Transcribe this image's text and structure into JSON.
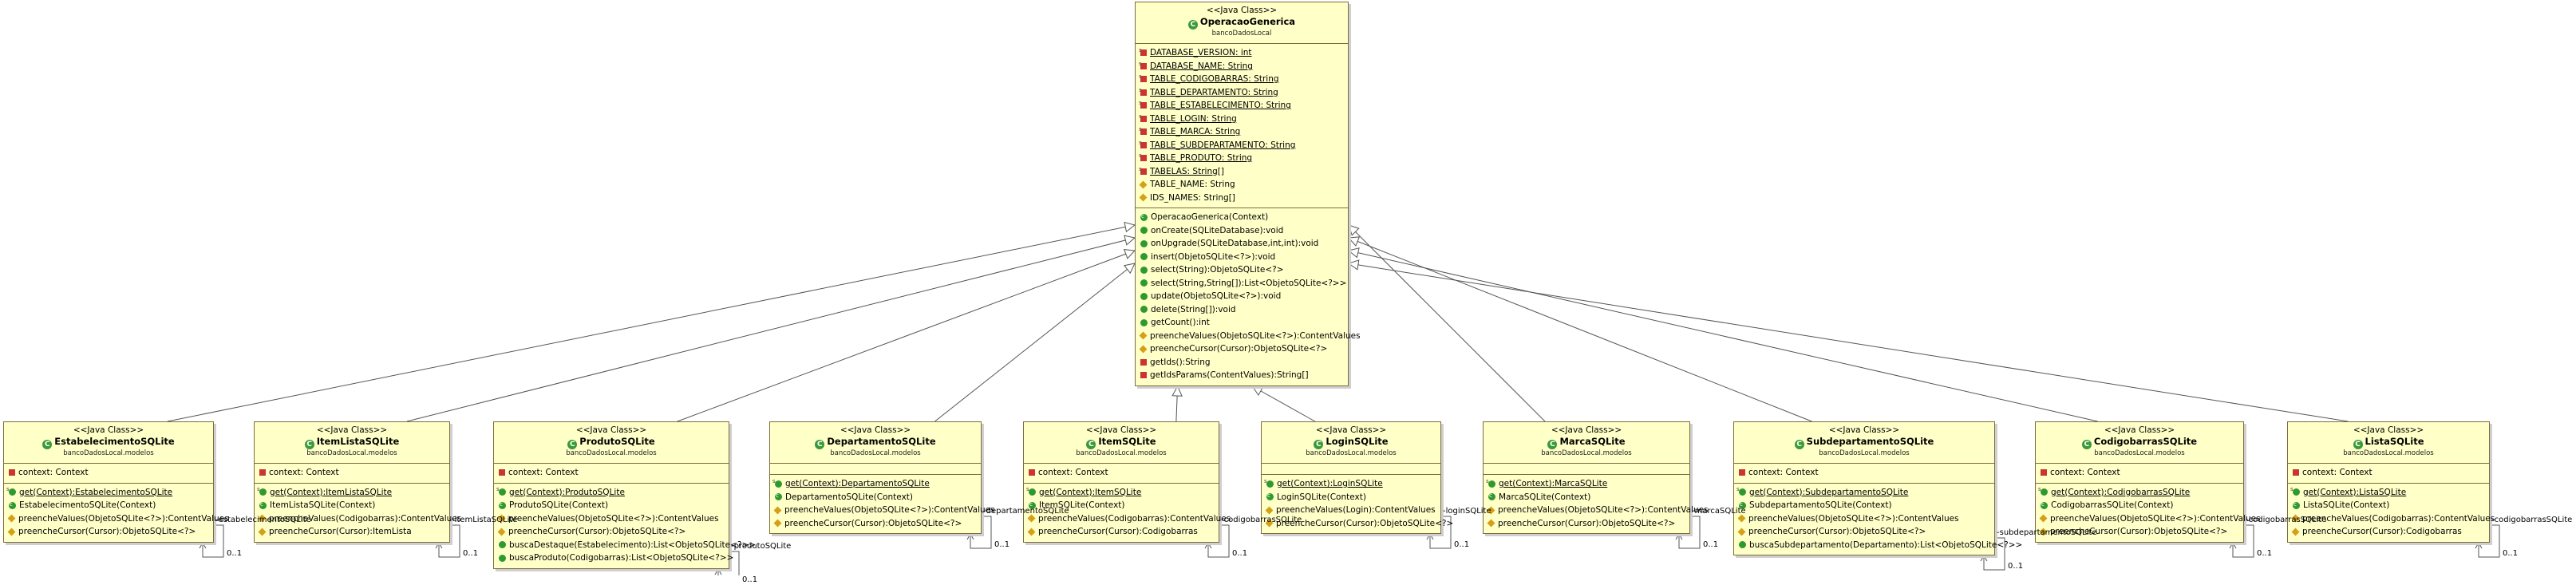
{
  "classes": [
    {
      "id": "operacao",
      "stereotype": "<<Java Class>>",
      "name": "OperacaoGenerica",
      "package": "bancoDadosLocal",
      "fields": [
        {
          "text": "DATABASE_VERSION: int",
          "icon": "static-private",
          "static": true
        },
        {
          "text": "DATABASE_NAME: String",
          "icon": "static-private",
          "static": true
        },
        {
          "text": "TABLE_CODIGOBARRAS: String",
          "icon": "static-private",
          "static": true
        },
        {
          "text": "TABLE_DEPARTAMENTO: String",
          "icon": "static-private",
          "static": true
        },
        {
          "text": "TABLE_ESTABELECIMENTO: String",
          "icon": "static-private",
          "static": true
        },
        {
          "text": "TABLE_LOGIN: String",
          "icon": "static-private",
          "static": true
        },
        {
          "text": "TABLE_MARCA: String",
          "icon": "static-private",
          "static": true
        },
        {
          "text": "TABLE_SUBDEPARTAMENTO: String",
          "icon": "static-private",
          "static": true
        },
        {
          "text": "TABLE_PRODUTO: String",
          "icon": "static-private",
          "static": true
        },
        {
          "text": "TABELAS: String[]",
          "icon": "static-private",
          "static": true
        },
        {
          "text": "TABLE_NAME: String",
          "icon": "field-protected",
          "static": false
        },
        {
          "text": "IDS_NAMES: String[]",
          "icon": "field-protected",
          "static": false
        }
      ],
      "methods": [
        {
          "text": "OperacaoGenerica(Context)",
          "icon": "ctor-public"
        },
        {
          "text": "onCreate(SQLiteDatabase):void",
          "icon": "method-public"
        },
        {
          "text": "onUpgrade(SQLiteDatabase,int,int):void",
          "icon": "method-public"
        },
        {
          "text": "insert(ObjetoSQLite<?>):void",
          "icon": "method-public"
        },
        {
          "text": "select(String):ObjetoSQLite<?>",
          "icon": "method-public"
        },
        {
          "text": "select(String,String[]):List<ObjetoSQLite<?>>",
          "icon": "method-public"
        },
        {
          "text": "update(ObjetoSQLite<?>):void",
          "icon": "method-public"
        },
        {
          "text": "delete(String[]):void",
          "icon": "method-public"
        },
        {
          "text": "getCount():int",
          "icon": "method-public"
        },
        {
          "text": "preencheValues(ObjetoSQLite<?>):ContentValues",
          "icon": "method-protected"
        },
        {
          "text": "preencheCursor(Cursor):ObjetoSQLite<?>",
          "icon": "method-protected"
        },
        {
          "text": "getIds():String",
          "icon": "method-private"
        },
        {
          "text": "getIdsParams(ContentValues):String[]",
          "icon": "method-private"
        }
      ]
    },
    {
      "id": "estabelecimento",
      "stereotype": "<<Java Class>>",
      "name": "EstabelecimentoSQLite",
      "package": "bancoDadosLocal.modelos",
      "fields": [
        {
          "text": "context: Context",
          "icon": "field-private",
          "static": false
        }
      ],
      "methods": [
        {
          "text": "get(Context):EstabelecimentoSQLite",
          "icon": "static-public",
          "static": true
        },
        {
          "text": "EstabelecimentoSQLite(Context)",
          "icon": "ctor-public"
        },
        {
          "text": "preencheValues(ObjetoSQLite<?>):ContentValues",
          "icon": "method-protected"
        },
        {
          "text": "preencheCursor(Cursor):ObjetoSQLite<?>",
          "icon": "method-protected"
        }
      ]
    },
    {
      "id": "itemlista",
      "stereotype": "<<Java Class>>",
      "name": "ItemListaSQLite",
      "package": "bancoDadosLocal.modelos",
      "fields": [
        {
          "text": "context: Context",
          "icon": "field-private",
          "static": false
        }
      ],
      "methods": [
        {
          "text": "get(Context):ItemListaSQLite",
          "icon": "static-public",
          "static": true
        },
        {
          "text": "ItemListaSQLite(Context)",
          "icon": "ctor-public"
        },
        {
          "text": "preencheValues(Codigobarras):ContentValues",
          "icon": "method-protected"
        },
        {
          "text": "preencheCursor(Cursor):ItemLista",
          "icon": "method-protected"
        }
      ]
    },
    {
      "id": "produto",
      "stereotype": "<<Java Class>>",
      "name": "ProdutoSQLite",
      "package": "bancoDadosLocal.modelos",
      "fields": [
        {
          "text": "context: Context",
          "icon": "field-private",
          "static": false
        }
      ],
      "methods": [
        {
          "text": "get(Context):ProdutoSQLite",
          "icon": "static-public",
          "static": true
        },
        {
          "text": "ProdutoSQLite(Context)",
          "icon": "ctor-public"
        },
        {
          "text": "preencheValues(ObjetoSQLite<?>):ContentValues",
          "icon": "method-protected"
        },
        {
          "text": "preencheCursor(Cursor):ObjetoSQLite<?>",
          "icon": "method-protected"
        },
        {
          "text": "buscaDestaque(Estabelecimento):List<ObjetoSQLite<?>>",
          "icon": "method-public"
        },
        {
          "text": "buscaProduto(Codigobarras):List<ObjetoSQLite<?>>",
          "icon": "method-public"
        }
      ]
    },
    {
      "id": "departamento",
      "stereotype": "<<Java Class>>",
      "name": "DepartamentoSQLite",
      "package": "bancoDadosLocal.modelos",
      "fields": [],
      "methods": [
        {
          "text": "get(Context):DepartamentoSQLite",
          "icon": "static-public",
          "static": true
        },
        {
          "text": "DepartamentoSQLite(Context)",
          "icon": "ctor-public"
        },
        {
          "text": "preencheValues(ObjetoSQLite<?>):ContentValues",
          "icon": "method-protected"
        },
        {
          "text": "preencheCursor(Cursor):ObjetoSQLite<?>",
          "icon": "method-protected"
        }
      ]
    },
    {
      "id": "item",
      "stereotype": "<<Java Class>>",
      "name": "ItemSQLite",
      "package": "bancoDadosLocal.modelos",
      "fields": [
        {
          "text": "context: Context",
          "icon": "field-private",
          "static": false
        }
      ],
      "methods": [
        {
          "text": "get(Context):ItemSQLite",
          "icon": "static-public",
          "static": true
        },
        {
          "text": "ItemSQLite(Context)",
          "icon": "ctor-public"
        },
        {
          "text": "preencheValues(Codigobarras):ContentValues",
          "icon": "method-protected"
        },
        {
          "text": "preencheCursor(Cursor):Codigobarras",
          "icon": "method-protected"
        }
      ]
    },
    {
      "id": "login",
      "stereotype": "<<Java Class>>",
      "name": "LoginSQLite",
      "package": "bancoDadosLocal.modelos",
      "fields": [],
      "methods": [
        {
          "text": "get(Context):LoginSQLite",
          "icon": "static-public",
          "static": true
        },
        {
          "text": "LoginSQLite(Context)",
          "icon": "ctor-public"
        },
        {
          "text": "preencheValues(Login):ContentValues",
          "icon": "method-protected"
        },
        {
          "text": "preencheCursor(Cursor):ObjetoSQLite<?>",
          "icon": "method-protected"
        }
      ]
    },
    {
      "id": "marca",
      "stereotype": "<<Java Class>>",
      "name": "MarcaSQLite",
      "package": "bancoDadosLocal.modelos",
      "fields": [],
      "methods": [
        {
          "text": "get(Context):MarcaSQLite",
          "icon": "static-public",
          "static": true
        },
        {
          "text": "MarcaSQLite(Context)",
          "icon": "ctor-public"
        },
        {
          "text": "preencheValues(ObjetoSQLite<?>):ContentValues",
          "icon": "method-protected"
        },
        {
          "text": "preencheCursor(Cursor):ObjetoSQLite<?>",
          "icon": "method-protected"
        }
      ]
    },
    {
      "id": "subdepartamento",
      "stereotype": "<<Java Class>>",
      "name": "SubdepartamentoSQLite",
      "package": "bancoDadosLocal.modelos",
      "fields": [
        {
          "text": "context: Context",
          "icon": "field-private",
          "static": false
        }
      ],
      "methods": [
        {
          "text": "get(Context):SubdepartamentoSQLite",
          "icon": "static-public",
          "static": true
        },
        {
          "text": "SubdepartamentoSQLite(Context)",
          "icon": "ctor-public"
        },
        {
          "text": "preencheValues(ObjetoSQLite<?>):ContentValues",
          "icon": "method-protected"
        },
        {
          "text": "preencheCursor(Cursor):ObjetoSQLite<?>",
          "icon": "method-protected"
        },
        {
          "text": "buscaSubdepartamento(Departamento):List<ObjetoSQLite<?>>",
          "icon": "method-public"
        }
      ]
    },
    {
      "id": "codigobarras",
      "stereotype": "<<Java Class>>",
      "name": "CodigobarrasSQLite",
      "package": "bancoDadosLocal.modelos",
      "fields": [
        {
          "text": "context: Context",
          "icon": "field-private",
          "static": false
        }
      ],
      "methods": [
        {
          "text": "get(Context):CodigobarrasSQLite",
          "icon": "static-public",
          "static": true
        },
        {
          "text": "CodigobarrasSQLite(Context)",
          "icon": "ctor-public"
        },
        {
          "text": "preencheValues(ObjetoSQLite<?>):ContentValues",
          "icon": "method-protected"
        },
        {
          "text": "preencheCursor(Cursor):ObjetoSQLite<?>",
          "icon": "method-protected"
        }
      ]
    },
    {
      "id": "listasqlite",
      "stereotype": "<<Java Class>>",
      "name": "ListaSQLite",
      "package": "bancoDadosLocal.modelos",
      "fields": [
        {
          "text": "context: Context",
          "icon": "field-private",
          "static": false
        }
      ],
      "methods": [
        {
          "text": "get(Context):ListaSQLite",
          "icon": "static-public",
          "static": true
        },
        {
          "text": "ListaSQLite(Context)",
          "icon": "ctor-public"
        },
        {
          "text": "preencheValues(Codigobarras):ContentValues",
          "icon": "method-protected"
        },
        {
          "text": "preencheCursor(Cursor):Codigobarras",
          "icon": "method-protected"
        }
      ]
    }
  ],
  "associations": [
    {
      "from": "estabelecimento",
      "role": "-estabelecimentoSQLite",
      "multiplicity": "0..1"
    },
    {
      "from": "itemlista",
      "role": "-itemListaSQLite",
      "multiplicity": "0..1"
    },
    {
      "from": "produto",
      "role": "-produtoSQLite",
      "multiplicity": "0..1"
    },
    {
      "from": "departamento",
      "role": "-departamentoSQLite",
      "multiplicity": "0..1"
    },
    {
      "from": "item",
      "role": "-codigobarrasSQLite",
      "multiplicity": "0..1"
    },
    {
      "from": "login",
      "role": "-loginSQLite",
      "multiplicity": "0..1"
    },
    {
      "from": "marca",
      "role": "-marcaSQLite",
      "multiplicity": "0..1"
    },
    {
      "from": "subdepartamento",
      "role": "-subdepartamentoSQLite",
      "multiplicity": "0..1"
    },
    {
      "from": "codigobarras",
      "role": "-codigobarrasSQLite",
      "multiplicity": "0..1"
    },
    {
      "from": "listasqlite",
      "role": "-codigobarrasSQLite",
      "multiplicity": "0..1"
    }
  ],
  "generalization": {
    "parent": "operacao",
    "children": [
      "estabelecimento",
      "itemlista",
      "produto",
      "departamento",
      "item",
      "login",
      "marca",
      "subdepartamento",
      "codigobarras",
      "listasqlite"
    ]
  }
}
